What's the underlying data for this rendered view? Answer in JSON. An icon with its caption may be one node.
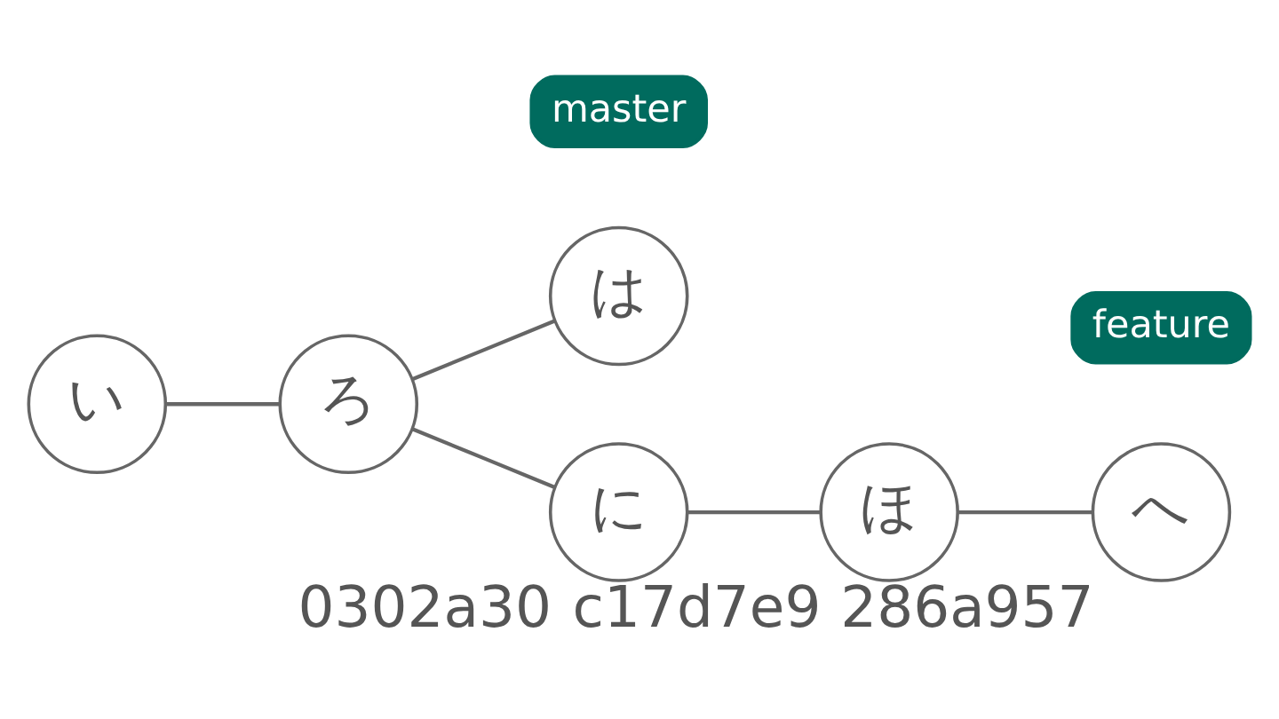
{
  "diagram": {
    "nodes": [
      {
        "text": [
          "い"
        ]
      },
      {
        "text": [
          "ろ"
        ]
      },
      {
        "text": [
          "は"
        ]
      },
      {
        "text": [
          "master"
        ]
      },
      {
        "text": [
          "に"
        ],
        "beside": [
          "0302a30"
        ]
      },
      {
        "text": [
          "ほ"
        ],
        "beside": [
          "c17d7e9"
        ]
      },
      {
        "text": [
          "へ"
        ],
        "beside": [
          "286a957"
        ]
      },
      {
        "text": [
          "feature"
        ]
      }
    ],
    "edges": [
      {
        "from": 0,
        "to": 1,
        "arrow": "none"
      },
      {
        "from": 1,
        "to": 2,
        "arrow": "none"
      },
      {
        "from": 1,
        "to": 4,
        "arrow": "none"
      },
      {
        "from": 4,
        "to": 5,
        "arrow": "none"
      },
      {
        "from": 5,
        "to": 6,
        "arrow": "none"
      }
    ]
  }
}
